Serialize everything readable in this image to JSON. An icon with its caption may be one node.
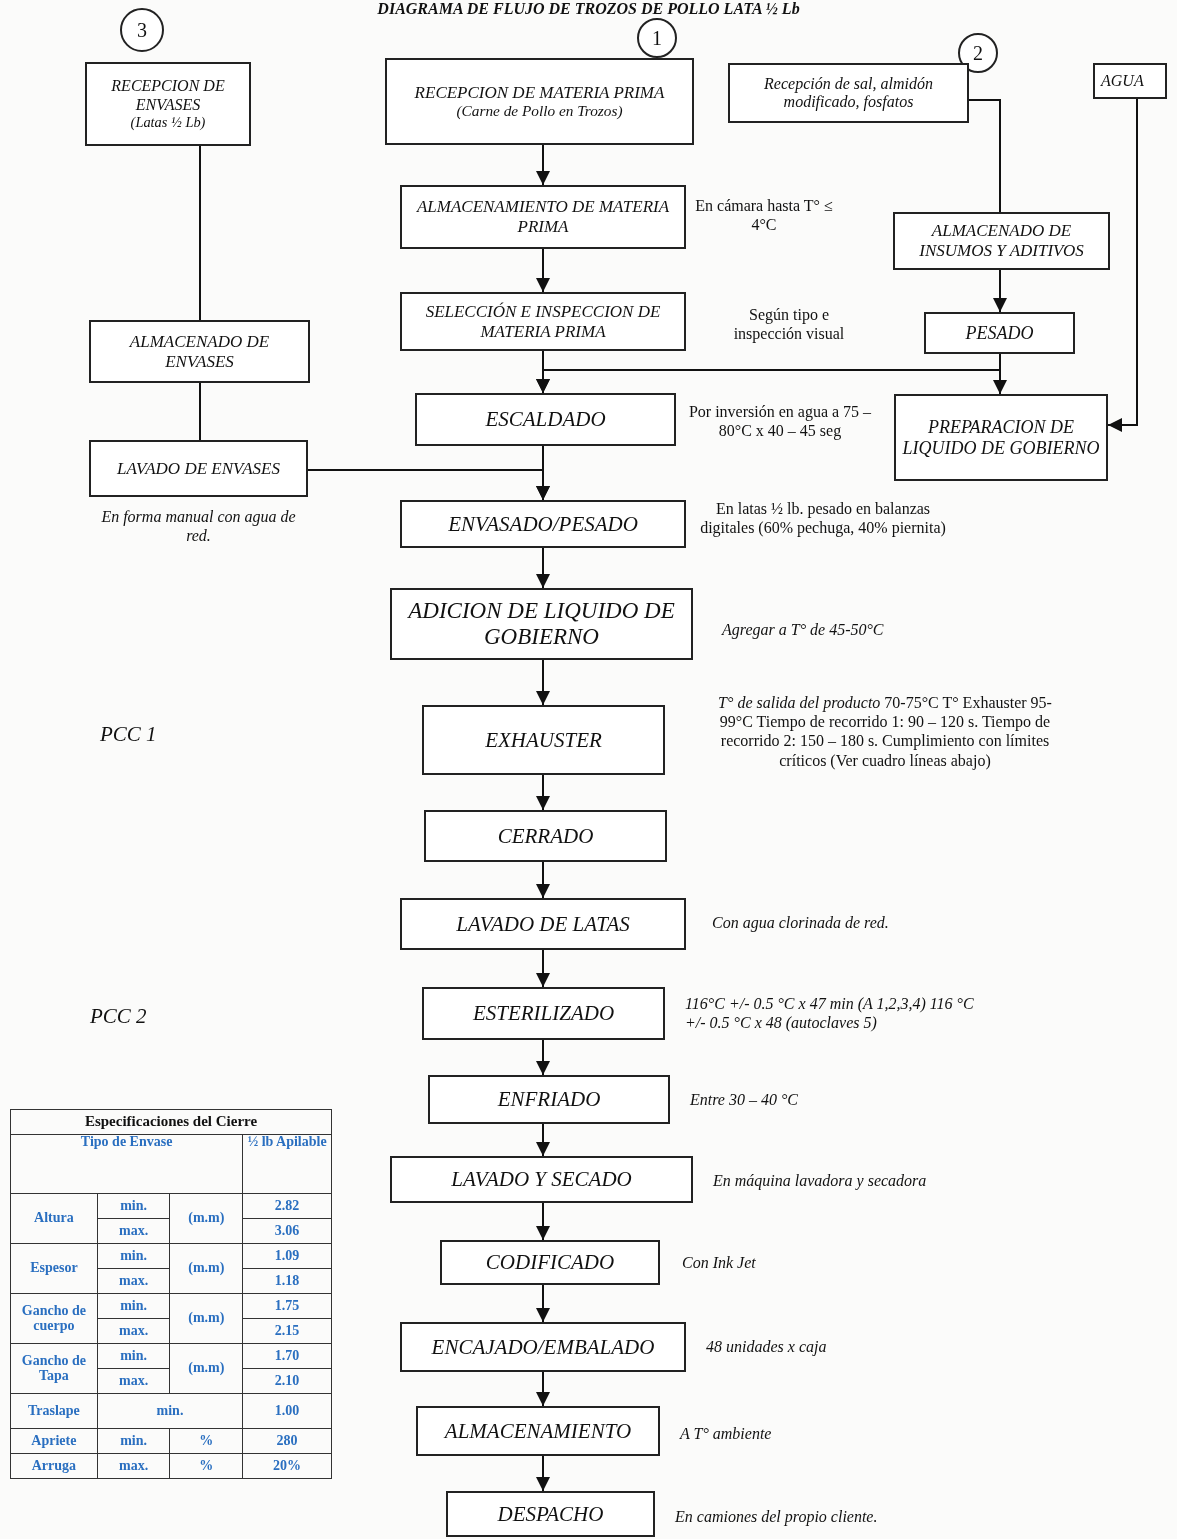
{
  "diagram": {
    "title": "DIAGRAMA DE FLUJO DE TROZOS DE POLLO LATA ½ Lb",
    "nodes": [
      {
        "text": [
          "3"
        ]
      },
      {
        "text": [
          "1"
        ]
      },
      {
        "text": [
          "2"
        ]
      },
      {
        "text": [
          "RECEPCION DE ENVASES",
          "(Latas ½ Lb)"
        ]
      },
      {
        "text": [
          "RECEPCION DE MATERIA PRIMA",
          "(Carne de Pollo en Trozos)"
        ]
      },
      {
        "text": [
          "Recepción de sal, almidón modificado, fosfatos"
        ]
      },
      {
        "text": [
          "AGUA"
        ]
      },
      {
        "text": [
          "ALMACENAMIENTO DE MATERIA PRIMA"
        ],
        "beside": [
          "En cámara hasta T° ≤ 4°C"
        ]
      },
      {
        "text": [
          "ALMACENADO DE INSUMOS Y ADITIVOS"
        ]
      },
      {
        "text": [
          "SELECCIÓN E INSPECCION DE MATERIA PRIMA"
        ],
        "beside": [
          "Según tipo e inspección visual"
        ]
      },
      {
        "text": [
          "ALMACENADO DE ENVASES"
        ]
      },
      {
        "text": [
          "PESADO"
        ]
      },
      {
        "text": [
          "ESCALDADO"
        ],
        "beside": [
          "Por inversión en agua a 75 – 80°C x 40 – 45 seg"
        ]
      },
      {
        "text": [
          "PREPARACION DE LIQUIDO DE GOBIERNO"
        ]
      },
      {
        "text": [
          "LAVADO DE ENVASES"
        ],
        "beside": [
          "En forma manual con agua de red."
        ]
      },
      {
        "text": [
          "ENVASADO/PESADO"
        ],
        "beside": [
          "En latas ½ lb. pesado en balanzas digitales (60% pechuga, 40% piernita)"
        ]
      },
      {
        "text": [
          "ADICION DE LIQUIDO DE GOBIERNO"
        ],
        "beside": [
          "Agregar a T° de 45-50°C"
        ]
      },
      {
        "text": [
          "EXHAUSTER"
        ],
        "beside": [
          "*T° de salida del producto* 70-75°C T° Exhauster 95-99°C Tiempo de recorrido 1: 90 – 120 s. Tiempo de recorrido 2: 150 – 180 s. Cumplimiento con límites críticos (Ver cuadro líneas abajo)"
        ]
      },
      {
        "text": [
          "CERRADO"
        ]
      },
      {
        "text": [
          "LAVADO DE LATAS"
        ],
        "beside": [
          "Con agua clorinada de red."
        ]
      },
      {
        "text": [
          "ESTERILIZADO"
        ],
        "beside": [
          "116°C +/- 0.5 °C x 47 min (A 1,2,3,4) 116 °C +/- 0.5 °C x 48 (autoclaves 5)"
        ]
      },
      {
        "text": [
          "ENFRIADO"
        ],
        "beside": [
          "Entre 30 – 40 °C"
        ]
      },
      {
        "text": [
          "LAVADO Y SECADO"
        ],
        "beside": [
          "En máquina lavadora y secadora"
        ]
      },
      {
        "text": [
          "CODIFICADO"
        ],
        "beside": [
          "Con Ink Jet"
        ]
      },
      {
        "text": [
          "ENCAJADO/EMBALADO"
        ],
        "beside": [
          "48 unidades x caja"
        ]
      },
      {
        "text": [
          "ALMACENAMIENTO"
        ],
        "beside": [
          "A T° ambiente"
        ]
      },
      {
        "text": [
          "DESPACHO"
        ],
        "beside": [
          "En camiones del propio cliente."
        ]
      }
    ],
    "edges": [
      {
        "from": 3,
        "to": 10,
        "arrow": "none"
      },
      {
        "from": 10,
        "to": 14,
        "arrow": "none"
      },
      {
        "from": 4,
        "to": 7,
        "arrow": "to"
      },
      {
        "from": 7,
        "to": 9,
        "arrow": "to"
      },
      {
        "from": 9,
        "to": 12,
        "arrow": "to"
      },
      {
        "from": 5,
        "to": 8,
        "arrow": "none"
      },
      {
        "from": 8,
        "to": 11,
        "arrow": "to"
      },
      {
        "from": 11,
        "to": 13,
        "arrow": "to"
      },
      {
        "from": 11,
        "to": 12,
        "arrow": "to"
      },
      {
        "from": 6,
        "to": 13,
        "arrow": "to"
      },
      {
        "from": 14,
        "to": 15,
        "arrow": "to"
      },
      {
        "from": 12,
        "to": 15,
        "arrow": "to"
      },
      {
        "from": 15,
        "to": 16,
        "arrow": "to"
      },
      {
        "from": 16,
        "to": 17,
        "arrow": "to"
      },
      {
        "from": 17,
        "to": 18,
        "arrow": "to"
      },
      {
        "from": 18,
        "to": 19,
        "arrow": "to"
      },
      {
        "from": 19,
        "to": 20,
        "arrow": "to"
      },
      {
        "from": 20,
        "to": 21,
        "arrow": "to"
      },
      {
        "from": 21,
        "to": 22,
        "arrow": "to"
      },
      {
        "from": 22,
        "to": 23,
        "arrow": "to"
      },
      {
        "from": 23,
        "to": 24,
        "arrow": "to"
      },
      {
        "from": 24,
        "to": 25,
        "arrow": "to"
      },
      {
        "from": 25,
        "to": 26,
        "arrow": "to"
      }
    ],
    "labels": [
      "PCC 1",
      "PCC 2",
      "Especificaciones del Cierre",
      "Tipo de Envase",
      "½ lb Apilable",
      "Altura",
      "min.",
      "(m.m)",
      "2.82",
      "max.",
      "3.06",
      "Espesor",
      "min.",
      "(m.m)",
      "1.09",
      "max.",
      "1.18",
      "Gancho de cuerpo",
      "min.",
      "(m.m)",
      "1.75",
      "max.",
      "2.15",
      "Gancho de Tapa",
      "min.",
      "(m.m)",
      "1.70",
      "max.",
      "2.10",
      "Traslape",
      "min.",
      "1.00",
      "Apriete",
      "min.",
      "%",
      "280",
      "Arruga",
      "max.",
      "%",
      "20%"
    ]
  }
}
